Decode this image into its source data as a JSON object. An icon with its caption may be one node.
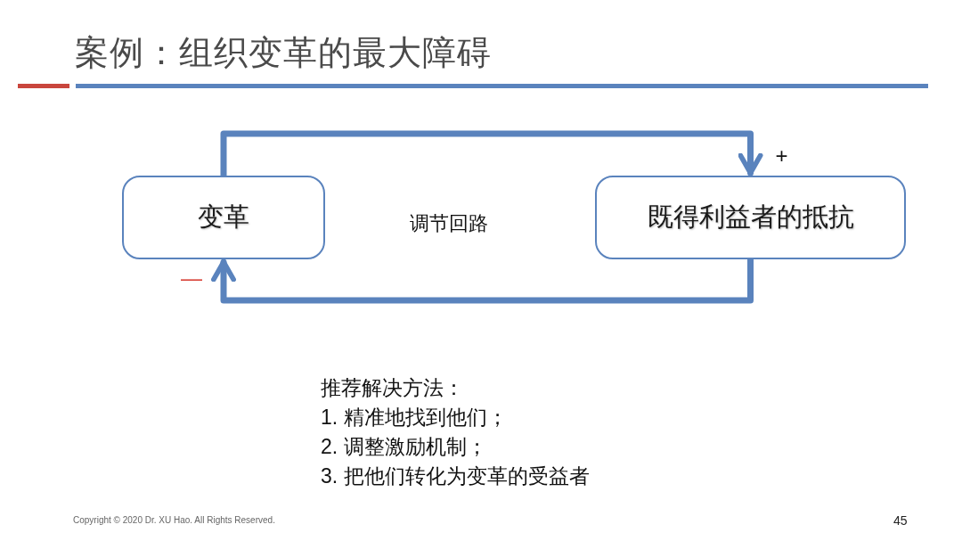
{
  "diagram": {
    "title": "案例：组织变革的最大障碍",
    "nodes": [
      {
        "text": [
          "变革"
        ]
      },
      {
        "text": [
          "既得利益者的抵抗"
        ]
      }
    ],
    "edges": [
      {
        "from": 0,
        "to": 1,
        "arrow": "to",
        "label": "+"
      },
      {
        "from": 1,
        "to": 0,
        "arrow": "to",
        "label": "—"
      }
    ],
    "labels": [
      "调节回路",
      "推荐解决方法：",
      "1. 精准地找到他们；",
      "2. 调整激励机制；",
      "3. 把他们转化为变革的受益者",
      "Copyright © 2020 Dr. XU Hao. All Rights Reserved.",
      "45"
    ]
  }
}
